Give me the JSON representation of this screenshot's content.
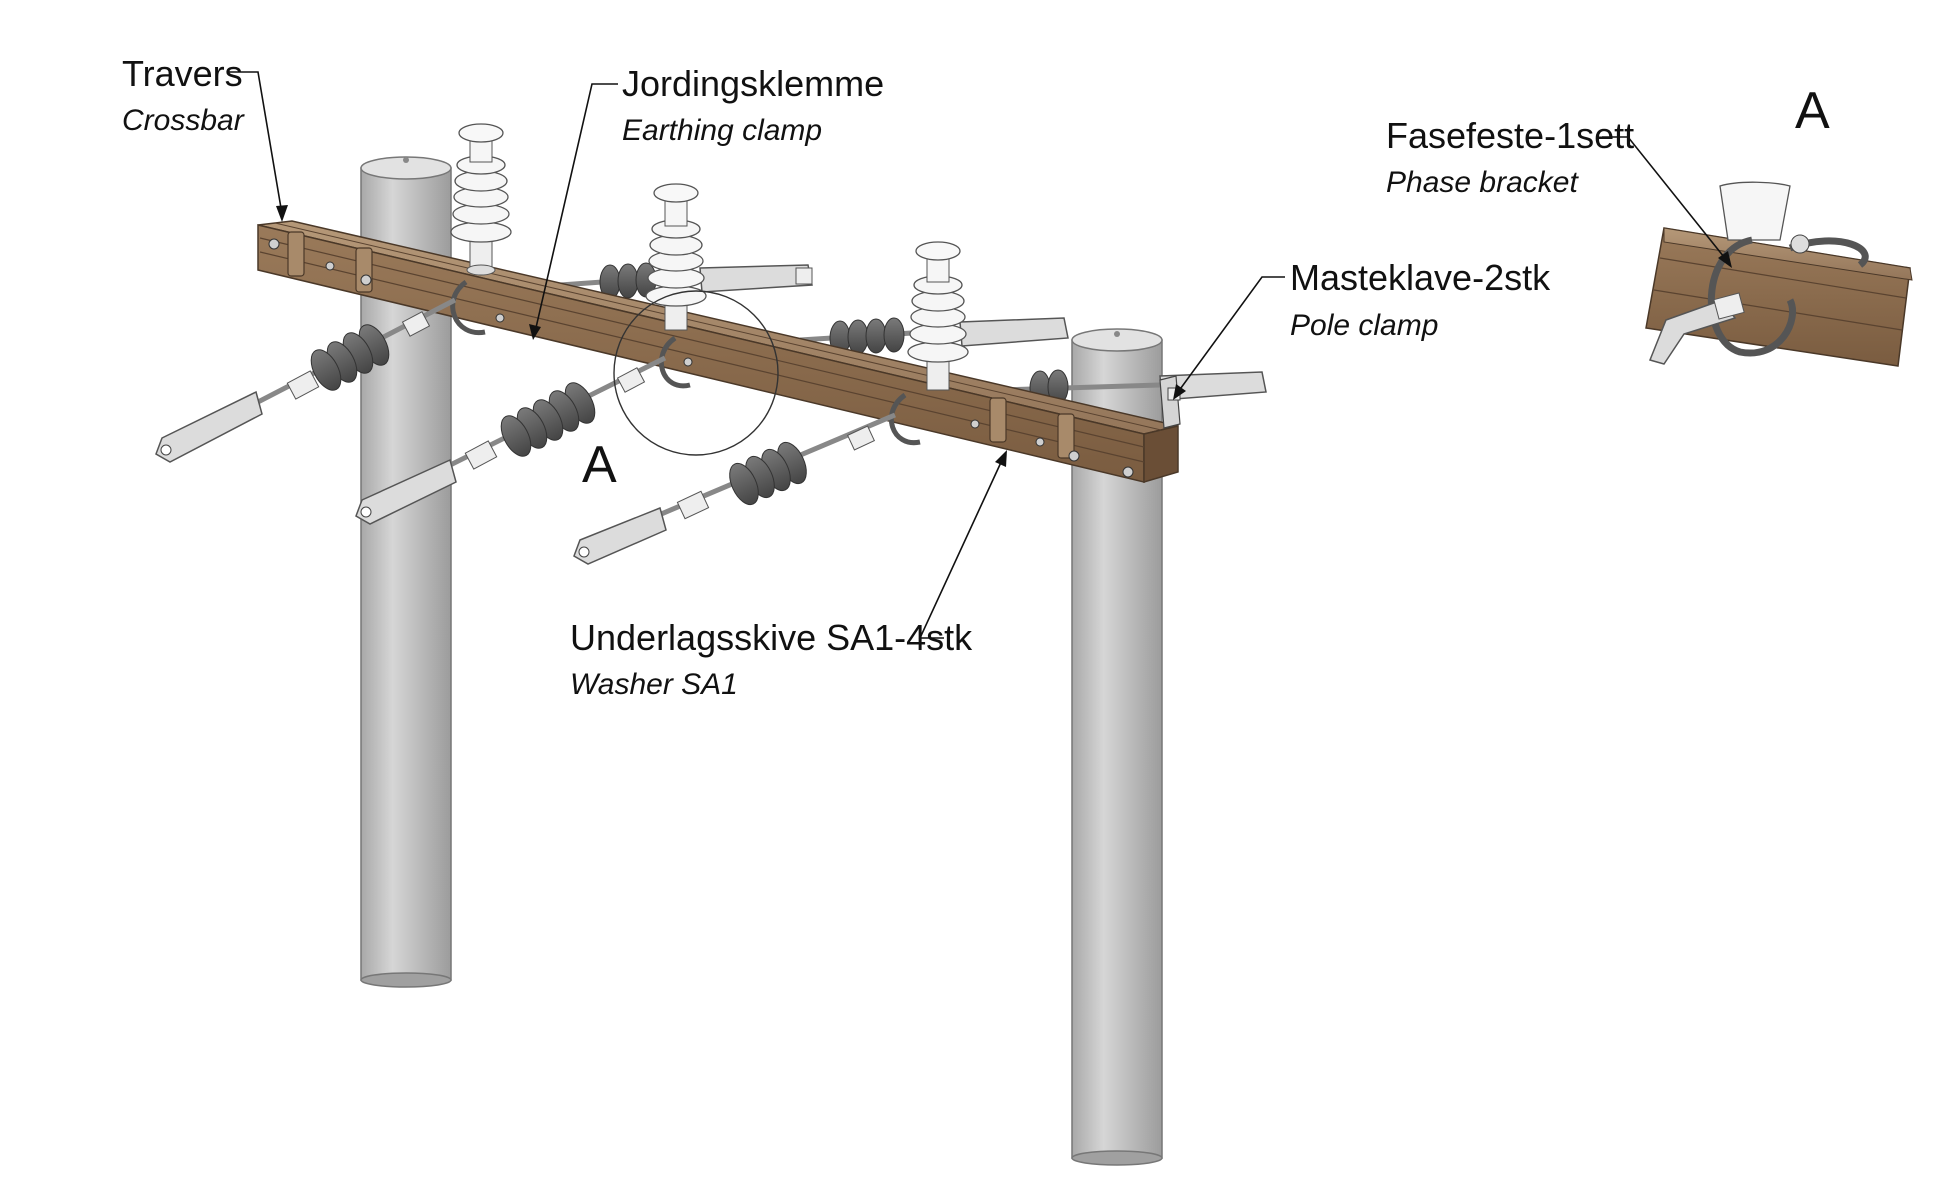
{
  "labels": {
    "travers": {
      "main": "Travers",
      "sub": "Crossbar"
    },
    "jordingsklemme": {
      "main": "Jordingsklemme",
      "sub": "Earthing clamp"
    },
    "fasefeste": {
      "main": "Fasefeste-1sett",
      "sub": "Phase bracket"
    },
    "masteklave": {
      "main": "Masteklave-2stk",
      "sub": "Pole clamp"
    },
    "underlagsskive": {
      "main": "Underlagsskive SA1-4stk",
      "sub": "Washer SA1"
    }
  },
  "detail": {
    "marker": "A",
    "title": "A"
  },
  "colors": {
    "wood": "#8a6a4c",
    "wood_dark": "#5a4330",
    "wood_light": "#a88a6a",
    "pole": "#c4c4c4",
    "pole_dark": "#9a9a9a",
    "insulator_white": "#f4f4f4",
    "insulator_grey": "#5e5e5e",
    "metal": "#d8d8d8"
  }
}
